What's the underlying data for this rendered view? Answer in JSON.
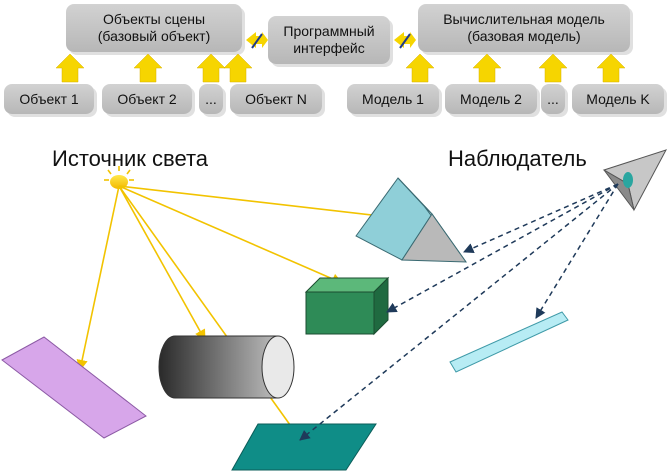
{
  "top": {
    "scene_objects": {
      "line1": "Объекты сцены",
      "line2": "(базовый объект)"
    },
    "api": {
      "line1": "Программный",
      "line2": "интерфейс"
    },
    "compute_model": {
      "line1": "Вычислительная модель",
      "line2": "(базовая модель)"
    }
  },
  "objects": [
    "Объект 1",
    "Объект 2",
    "...",
    "Объект N"
  ],
  "models": [
    "Модель 1",
    "Модель 2",
    "...",
    "Модель K"
  ],
  "labels": {
    "light_source": "Источник света",
    "observer": "Наблюдатель"
  }
}
